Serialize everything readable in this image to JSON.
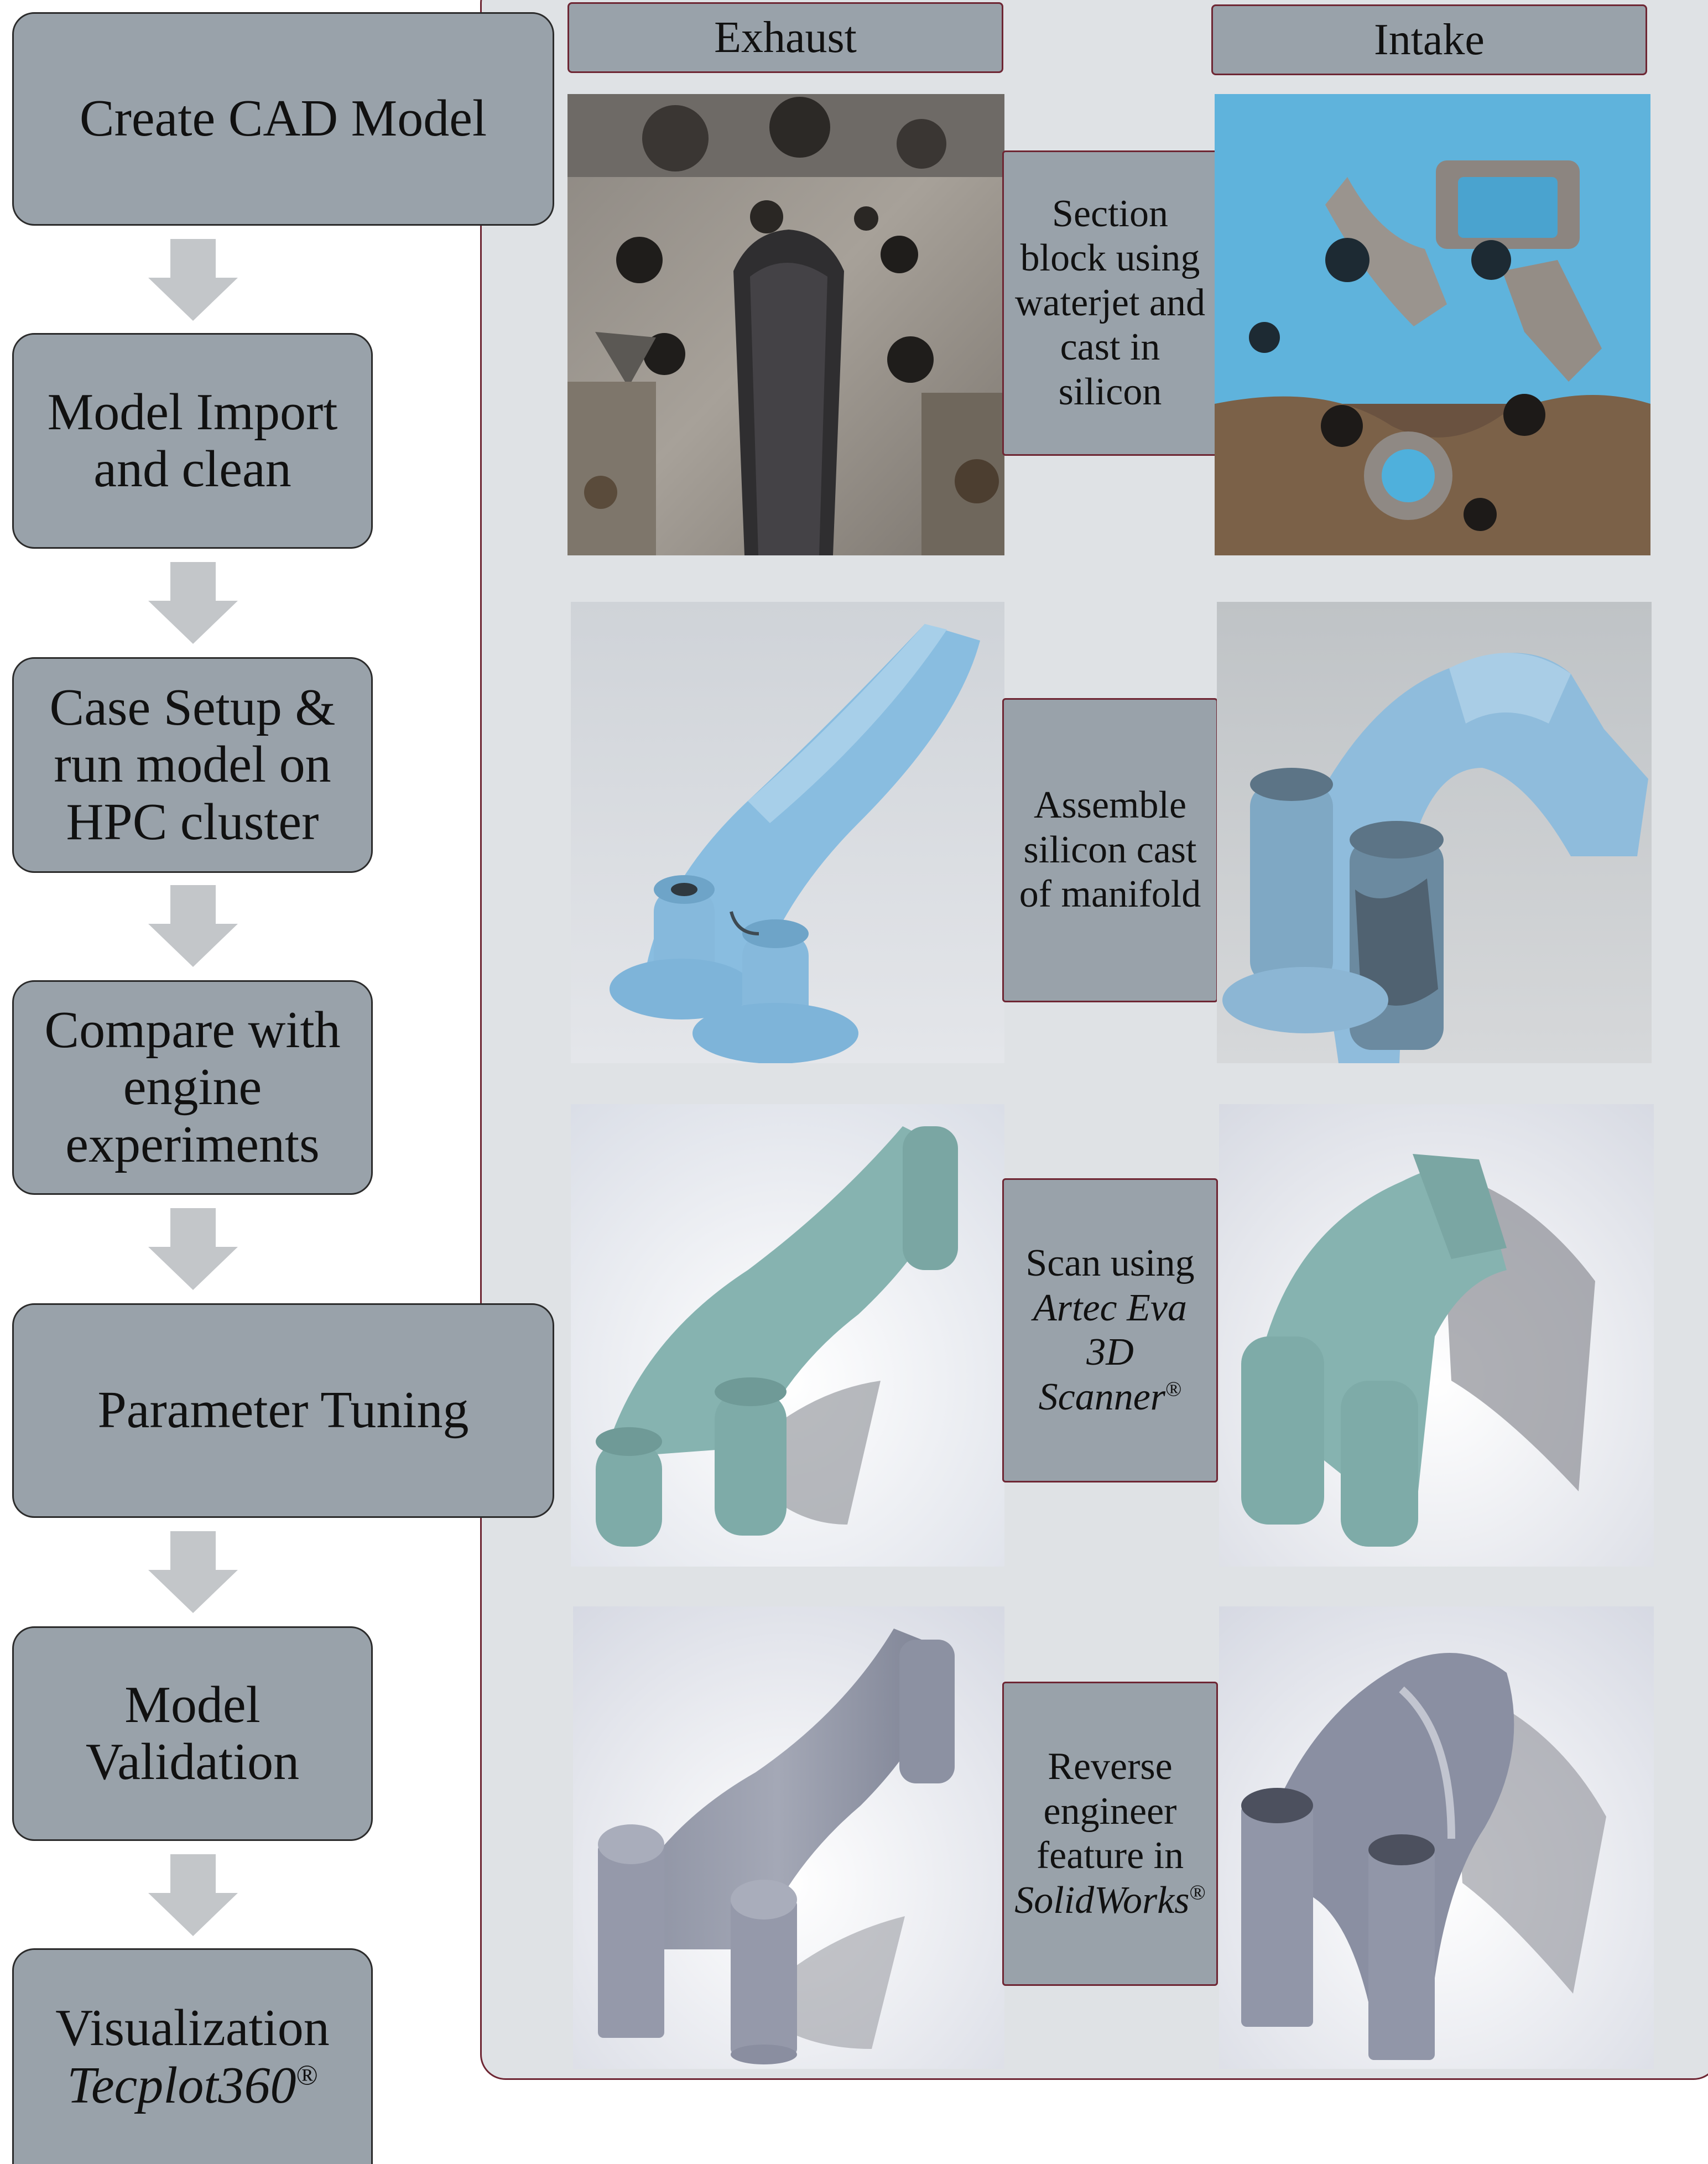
{
  "workflow_steps": [
    {
      "lines": [
        "Create CAD Model"
      ]
    },
    {
      "lines": [
        "Model Import",
        "and clean"
      ]
    },
    {
      "lines": [
        "Case Setup &",
        "run model on",
        "HPC cluster"
      ]
    },
    {
      "lines": [
        "Compare with",
        "engine",
        "experiments"
      ]
    },
    {
      "lines": [
        "Parameter Tuning"
      ]
    },
    {
      "lines": [
        "Model",
        "Validation"
      ]
    },
    {
      "lines": [
        "Visualization"
      ],
      "italic_line": "Tecplot360",
      "mark": "®"
    }
  ],
  "columns": {
    "exhaust": "Exhaust",
    "intake": "Intake"
  },
  "process_labels": [
    {
      "lines": [
        "Section",
        "block using",
        "waterjet and",
        "cast in",
        "silicon"
      ]
    },
    {
      "lines": [
        "Assemble",
        "silicon cast",
        "of manifold"
      ]
    },
    {
      "lines": [
        "Scan using"
      ],
      "italic_lines": [
        "Artec Eva",
        "3D",
        "Scanner"
      ],
      "mark": "®"
    },
    {
      "lines": [
        "Reverse",
        "engineer",
        "feature in"
      ],
      "italic_line": "SolidWorks",
      "mark": "®"
    }
  ],
  "colors": {
    "step_fill": "#99a2aa",
    "panel_fill": "#dfe2e5",
    "panel_border": "#6e2633",
    "arrow": "#c3c6c9",
    "silicon_blue": "#8fc0e0",
    "scan_teal": "#8fb8b8",
    "cad_gray": "#8d93a4"
  },
  "icons": [
    "down-arrow-icon"
  ]
}
